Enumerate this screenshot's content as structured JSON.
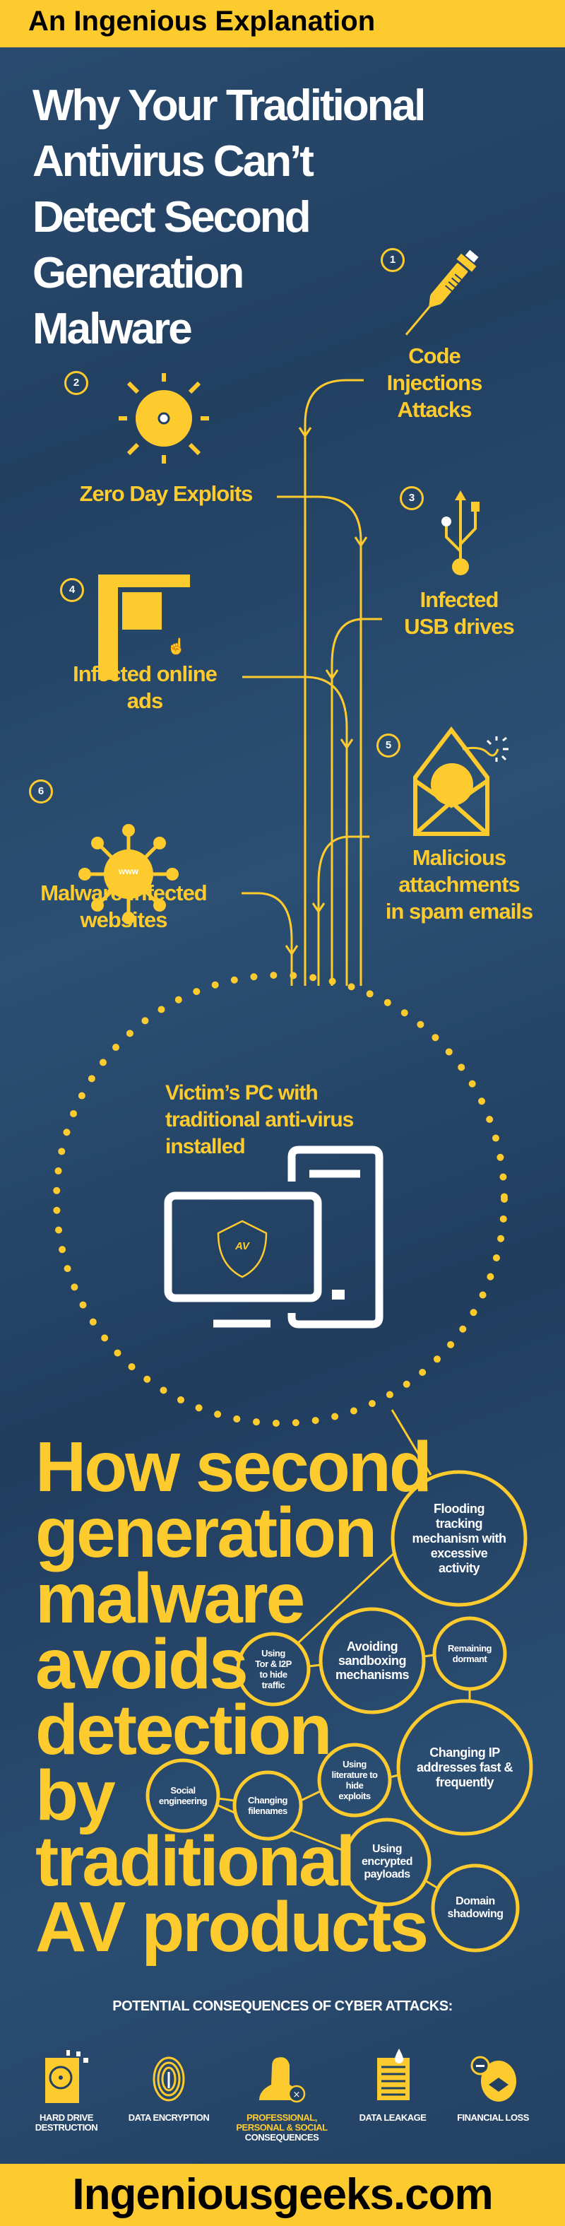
{
  "header": {
    "label": "An Ingenious Explanation"
  },
  "title": {
    "lines": [
      "Why Your Traditional",
      "Antivirus Can’t",
      "Detect Second",
      "Generation",
      "Malware"
    ]
  },
  "vectors": [
    {
      "num": "1",
      "icon": "syringe-icon",
      "label": [
        "Code",
        "Injections",
        "Attacks"
      ]
    },
    {
      "num": "2",
      "icon": "sun-exploit-icon",
      "label": [
        "Zero Day Exploits"
      ]
    },
    {
      "num": "3",
      "icon": "usb-icon",
      "label": [
        "Infected",
        "USB drives"
      ]
    },
    {
      "num": "4",
      "icon": "ad-banner-icon",
      "label": [
        "Infected online",
        "ads"
      ]
    },
    {
      "num": "5",
      "icon": "email-bomb-icon",
      "label": [
        "Malicious",
        "attachments",
        "in spam emails"
      ]
    },
    {
      "num": "6",
      "icon": "virus-www-icon",
      "icon_text": "www",
      "label": [
        "Malware-infected",
        "websites"
      ]
    }
  ],
  "victim": {
    "label": [
      "Victim’s PC with",
      "traditional anti-virus",
      "installed"
    ],
    "shield_text": "AV"
  },
  "evasion": {
    "heading": [
      "How second",
      "generation",
      "malware",
      "avoids",
      "detection",
      "by",
      "traditional",
      "AV products"
    ],
    "techniques": [
      {
        "id": "flooding",
        "lines": [
          "Flooding",
          "tracking",
          "mechanism with",
          "excessive",
          "activity"
        ]
      },
      {
        "id": "tor",
        "lines": [
          "Using",
          "Tor & I2P",
          "to hide",
          "traffic"
        ]
      },
      {
        "id": "sandbox",
        "lines": [
          "Avoiding",
          "sandboxing",
          "mechanisms"
        ]
      },
      {
        "id": "dormant",
        "lines": [
          "Remaining",
          "dormant"
        ]
      },
      {
        "id": "ip",
        "lines": [
          "Changing IP",
          "addresses fast &",
          "frequently"
        ]
      },
      {
        "id": "literature",
        "lines": [
          "Using",
          "literature to",
          "hide",
          "exploits"
        ]
      },
      {
        "id": "social",
        "lines": [
          "Social",
          "engineering"
        ]
      },
      {
        "id": "filenames",
        "lines": [
          "Changing",
          "filenames"
        ]
      },
      {
        "id": "encrypted",
        "lines": [
          "Using",
          "encrypted",
          "payloads"
        ]
      },
      {
        "id": "domain",
        "lines": [
          "Domain",
          "shadowing"
        ]
      }
    ]
  },
  "consequences": {
    "heading": "POTENTIAL CONSEQUENCES OF CYBER ATTACKS:",
    "items": [
      {
        "icon": "hard-drive-icon",
        "lines": [
          "HARD DRIVE",
          "DESTRUCTION"
        ]
      },
      {
        "icon": "fingerprint-icon",
        "lines": [
          "DATA ENCRYPTION"
        ]
      },
      {
        "icon": "person-x-icon",
        "lines": [
          "PROFESSIONAL,",
          "PERSONAL & SOCIAL",
          "CONSEQUENCES"
        ]
      },
      {
        "icon": "document-leak-icon",
        "lines": [
          "DATA LEAKAGE"
        ]
      },
      {
        "icon": "money-loss-icon",
        "lines": [
          "FINANCIAL LOSS"
        ]
      }
    ]
  },
  "footer": {
    "label": "Ingeniousgeeks.com"
  },
  "colors": {
    "accent": "#fdcb2e",
    "background": "#22405f",
    "text": "#ffffff"
  }
}
